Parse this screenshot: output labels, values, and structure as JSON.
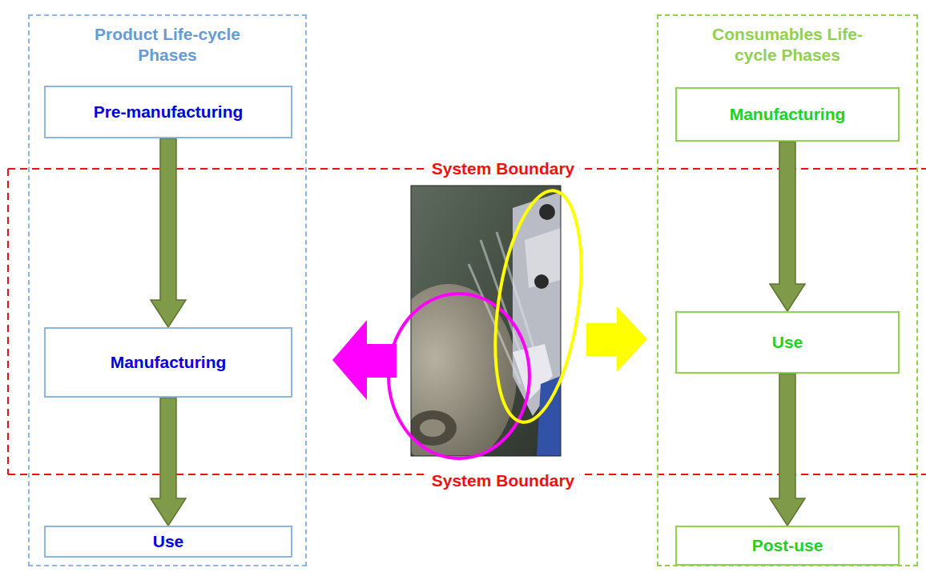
{
  "diagram": {
    "nodes": [
      {
        "text": [
          "Product Life-cycle Phases"
        ]
      },
      {
        "text": [
          "Pre-manufacturing"
        ],
        "in": 0
      },
      {
        "text": [
          "Manufacturing"
        ],
        "in": 0
      },
      {
        "text": [
          "Use"
        ],
        "in": 0
      },
      {
        "text": [
          "Consumables Life-cycle Phases"
        ]
      },
      {
        "text": [
          "Manufacturing"
        ],
        "in": 4
      },
      {
        "text": [
          "Use"
        ],
        "in": 4
      },
      {
        "text": [
          "Post-use"
        ],
        "in": 4
      }
    ],
    "edges": [
      {
        "from": 1,
        "to": 2,
        "arrow": "to"
      },
      {
        "from": 2,
        "to": 3,
        "arrow": "to"
      },
      {
        "from": 5,
        "to": 6,
        "arrow": "to"
      },
      {
        "from": 6,
        "to": 7,
        "arrow": "to"
      }
    ],
    "labels": [
      "System Boundary",
      "System Boundary"
    ]
  }
}
